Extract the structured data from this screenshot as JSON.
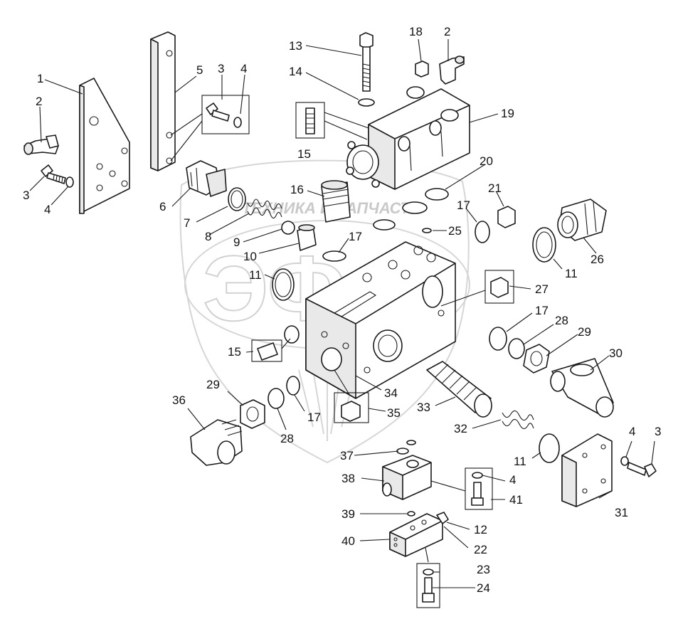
{
  "watermark": {
    "brand_text": "ТЕХНИКА И ЗАПЧАСТИ",
    "monogram": "ЭФ"
  },
  "callouts": [
    {
      "id": "c1",
      "label": "1"
    },
    {
      "id": "c2a",
      "label": "2"
    },
    {
      "id": "c3a",
      "label": "3"
    },
    {
      "id": "c4a",
      "label": "4"
    },
    {
      "id": "c5",
      "label": "5"
    },
    {
      "id": "c3b",
      "label": "3"
    },
    {
      "id": "c4b",
      "label": "4"
    },
    {
      "id": "c6",
      "label": "6"
    },
    {
      "id": "c7",
      "label": "7"
    },
    {
      "id": "c8",
      "label": "8"
    },
    {
      "id": "c9",
      "label": "9"
    },
    {
      "id": "c10",
      "label": "10"
    },
    {
      "id": "c11a",
      "label": "11"
    },
    {
      "id": "c13",
      "label": "13"
    },
    {
      "id": "c14",
      "label": "14"
    },
    {
      "id": "c15a",
      "label": "15"
    },
    {
      "id": "c16",
      "label": "16"
    },
    {
      "id": "c17a",
      "label": "17"
    },
    {
      "id": "c18",
      "label": "18"
    },
    {
      "id": "c2b",
      "label": "2"
    },
    {
      "id": "c19",
      "label": "19"
    },
    {
      "id": "c20",
      "label": "20"
    },
    {
      "id": "c21",
      "label": "21"
    },
    {
      "id": "c17b",
      "label": "17"
    },
    {
      "id": "c25",
      "label": "25"
    },
    {
      "id": "c26",
      "label": "26"
    },
    {
      "id": "c11b",
      "label": "11"
    },
    {
      "id": "c27",
      "label": "27"
    },
    {
      "id": "c17c",
      "label": "17"
    },
    {
      "id": "c28a",
      "label": "28"
    },
    {
      "id": "c29a",
      "label": "29"
    },
    {
      "id": "c30",
      "label": "30"
    },
    {
      "id": "c15b",
      "label": "15"
    },
    {
      "id": "c34",
      "label": "34"
    },
    {
      "id": "c35",
      "label": "35"
    },
    {
      "id": "c33",
      "label": "33"
    },
    {
      "id": "c36",
      "label": "36"
    },
    {
      "id": "c29b",
      "label": "29"
    },
    {
      "id": "c28b",
      "label": "28"
    },
    {
      "id": "c17d",
      "label": "17"
    },
    {
      "id": "c32",
      "label": "32"
    },
    {
      "id": "c11c",
      "label": "11"
    },
    {
      "id": "c4c",
      "label": "4"
    },
    {
      "id": "c3c",
      "label": "3"
    },
    {
      "id": "c37",
      "label": "37"
    },
    {
      "id": "c38",
      "label": "38"
    },
    {
      "id": "c4d",
      "label": "4"
    },
    {
      "id": "c41",
      "label": "41"
    },
    {
      "id": "c31",
      "label": "31"
    },
    {
      "id": "c39",
      "label": "39"
    },
    {
      "id": "c40",
      "label": "40"
    },
    {
      "id": "c12",
      "label": "12"
    },
    {
      "id": "c22",
      "label": "22"
    },
    {
      "id": "c23",
      "label": "23"
    },
    {
      "id": "c24",
      "label": "24"
    }
  ]
}
